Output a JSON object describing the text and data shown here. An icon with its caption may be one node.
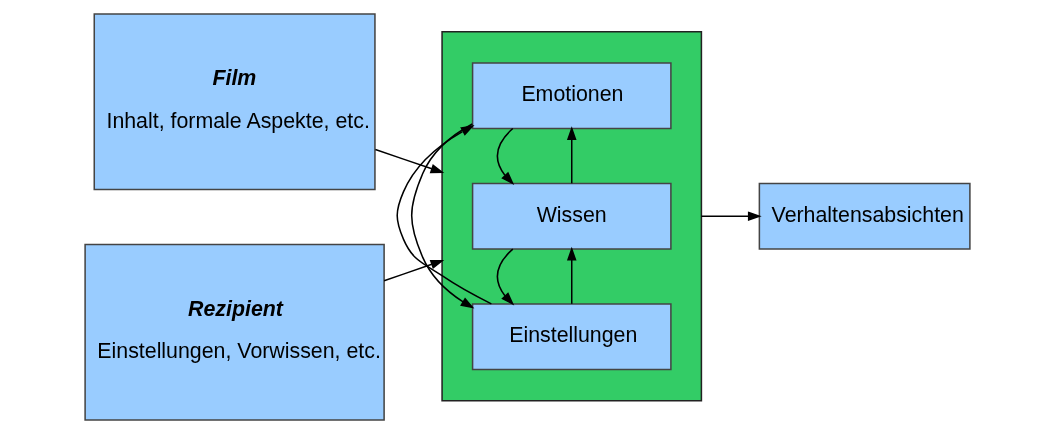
{
  "diagram": {
    "nodes": [
      {
        "text": [
          "Film",
          "Inhalt, formale Aspekte, etc."
        ]
      },
      {
        "text": [
          "Rezipient",
          "Einstellungen, Vorwissen, etc."
        ]
      },
      {
        "text": [],
        "shape": "box"
      },
      {
        "text": [
          "Emotionen"
        ],
        "in": 2
      },
      {
        "text": [
          "Wissen"
        ],
        "in": 2
      },
      {
        "text": [
          "Einstellungen"
        ],
        "in": 2
      },
      {
        "text": [
          "Verhaltensabsichten"
        ]
      }
    ],
    "edges": [
      {
        "from": 0,
        "to": 2,
        "arrow": "to"
      },
      {
        "from": 1,
        "to": 2,
        "arrow": "to"
      },
      {
        "from": 3,
        "to": 5,
        "arrow": "to"
      },
      {
        "from": 5,
        "to": 3,
        "arrow": "to"
      },
      {
        "from": 4,
        "to": 3,
        "arrow": "to"
      },
      {
        "from": 3,
        "to": 4,
        "arrow": "to"
      },
      {
        "from": 5,
        "to": 4,
        "arrow": "to"
      },
      {
        "from": 4,
        "to": 5,
        "arrow": "to"
      },
      {
        "from": 2,
        "to": 6,
        "arrow": "to"
      }
    ]
  }
}
